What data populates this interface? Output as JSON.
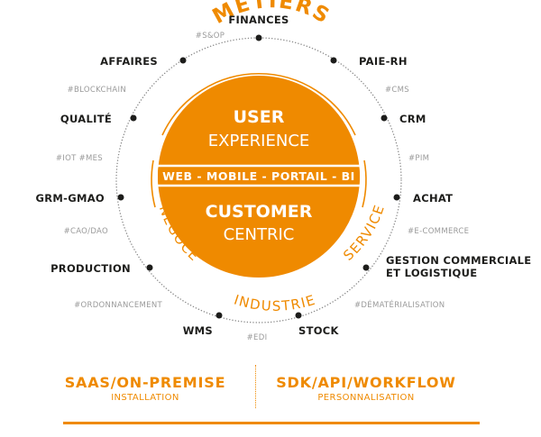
{
  "colors": {
    "accent": "#ef8a00",
    "text": "#1d1d1b",
    "muted": "#9a9a9a",
    "dots": "#1d1d1b"
  },
  "ring": {
    "nodes": [
      "FINANCES",
      "PAIE-RH",
      "CRM",
      "ACHAT",
      "GESTION COMMERCIALE",
      "ET LOGISTIQUE",
      "STOCK",
      "WMS",
      "PRODUCTION",
      "GRM-GMAO",
      "QUALITÉ",
      "AFFAIRES"
    ],
    "hashtags": [
      "#S&OP",
      "#CMS",
      "#PIM",
      "#E-COMMERCE",
      "#DÉMATÉRIALISATION",
      "#EDI",
      "#ORDONNANCEMENT",
      "#CAO/DAO",
      "#IOT #MES",
      "#BLOCKCHAIN"
    ]
  },
  "arcs": {
    "top": "MÉTIERS",
    "left": "NÉGOCE",
    "right": "SERVICE",
    "bottom": "INDUSTRIE"
  },
  "center": {
    "top_line1": "USER",
    "top_line2": "EXPERIENCE",
    "band": "WEB - MOBILE - PORTAIL - BI",
    "bottom_line1": "CUSTOMER",
    "bottom_line2": "CENTRIC"
  },
  "footer": {
    "left_title": "SAAS/ON-PREMISE",
    "left_sub": "INSTALLATION",
    "right_title": "SDK/API/WORKFLOW",
    "right_sub": "PERSONNALISATION"
  }
}
